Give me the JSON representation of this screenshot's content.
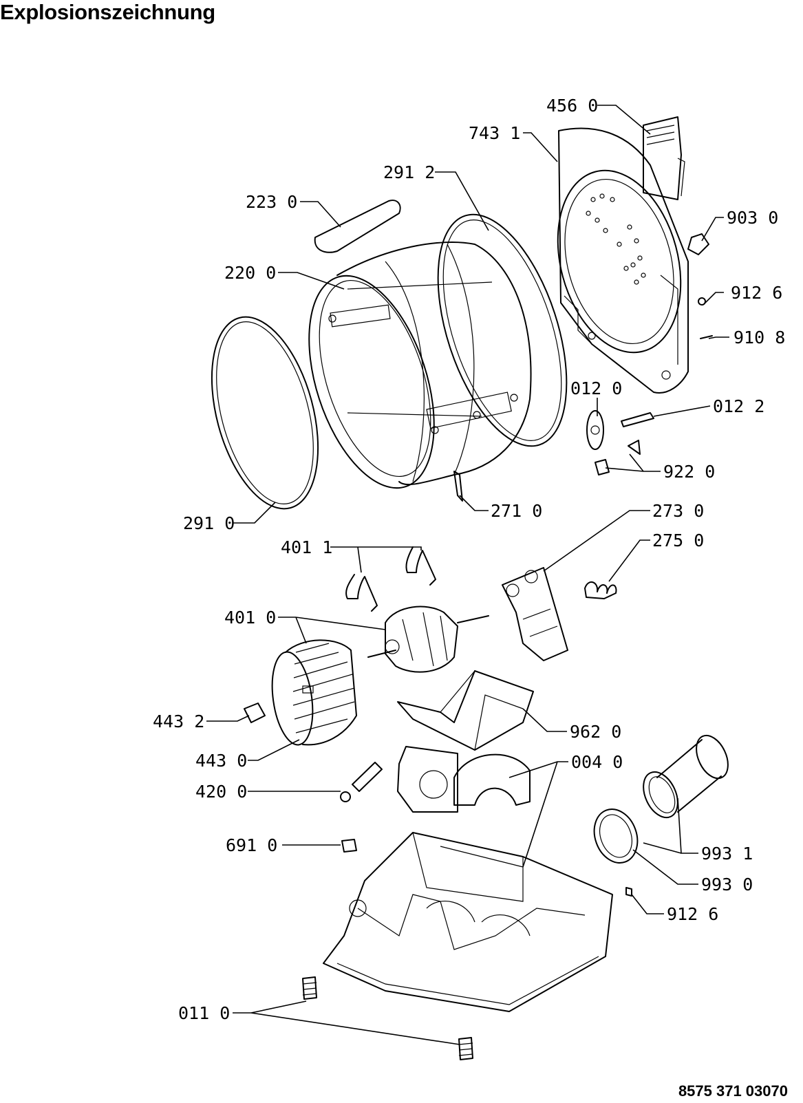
{
  "title": "Explosionszeichnung",
  "document_number": "8575 371 03070",
  "callouts": [
    {
      "id": "456-0",
      "text": "456 0"
    },
    {
      "id": "743-1",
      "text": "743 1"
    },
    {
      "id": "291-2",
      "text": "291 2"
    },
    {
      "id": "223-0",
      "text": "223 0"
    },
    {
      "id": "220-0",
      "text": "220 0"
    },
    {
      "id": "903-0",
      "text": "903 0"
    },
    {
      "id": "912-6a",
      "text": "912 6"
    },
    {
      "id": "910-8",
      "text": "910 8"
    },
    {
      "id": "012-0",
      "text": "012 0"
    },
    {
      "id": "012-2",
      "text": "012 2"
    },
    {
      "id": "922-0",
      "text": "922 0"
    },
    {
      "id": "271-0",
      "text": "271 0"
    },
    {
      "id": "291-0",
      "text": "291 0"
    },
    {
      "id": "273-0",
      "text": "273 0"
    },
    {
      "id": "275-0",
      "text": "275 0"
    },
    {
      "id": "401-1",
      "text": "401 1"
    },
    {
      "id": "401-0",
      "text": "401 0"
    },
    {
      "id": "443-2",
      "text": "443 2"
    },
    {
      "id": "962-0",
      "text": "962 0"
    },
    {
      "id": "443-0",
      "text": "443 0"
    },
    {
      "id": "004-0",
      "text": "004 0"
    },
    {
      "id": "420-0",
      "text": "420 0"
    },
    {
      "id": "691-0",
      "text": "691 0"
    },
    {
      "id": "993-1",
      "text": "993 1"
    },
    {
      "id": "993-0",
      "text": "993 0"
    },
    {
      "id": "912-6b",
      "text": "912 6"
    },
    {
      "id": "011-0",
      "text": "011 0"
    }
  ]
}
